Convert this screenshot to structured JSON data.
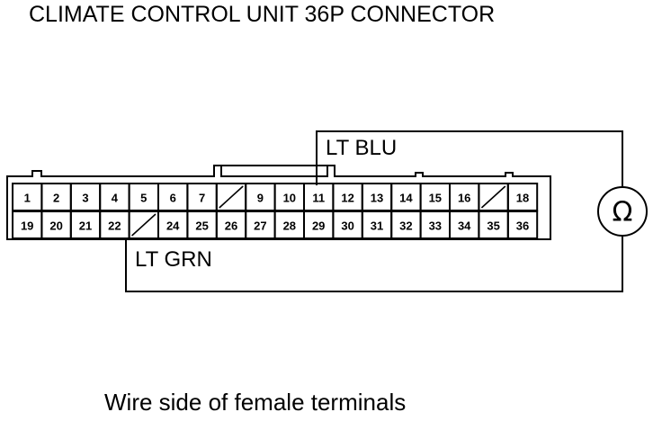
{
  "title": "CLIMATE CONTROL UNIT 36P CONNECTOR",
  "caption": "Wire side of female terminals",
  "wires": {
    "top": {
      "label": "LT BLU",
      "pin": "11",
      "color": "#000000"
    },
    "bottom": {
      "label": "LT GRN",
      "pin": "22",
      "color": "#000000"
    }
  },
  "meter": {
    "symbol": "Ω",
    "icon": "ohmmeter-icon"
  },
  "connector": {
    "row_top": [
      "1",
      "2",
      "3",
      "4",
      "5",
      "6",
      "7",
      "",
      "9",
      "10",
      "11",
      "12",
      "13",
      "14",
      "15",
      "16",
      "",
      "18"
    ],
    "row_bottom": [
      "19",
      "20",
      "21",
      "22",
      "",
      "24",
      "25",
      "26",
      "27",
      "28",
      "29",
      "30",
      "31",
      "32",
      "33",
      "34",
      "35",
      "36"
    ]
  }
}
